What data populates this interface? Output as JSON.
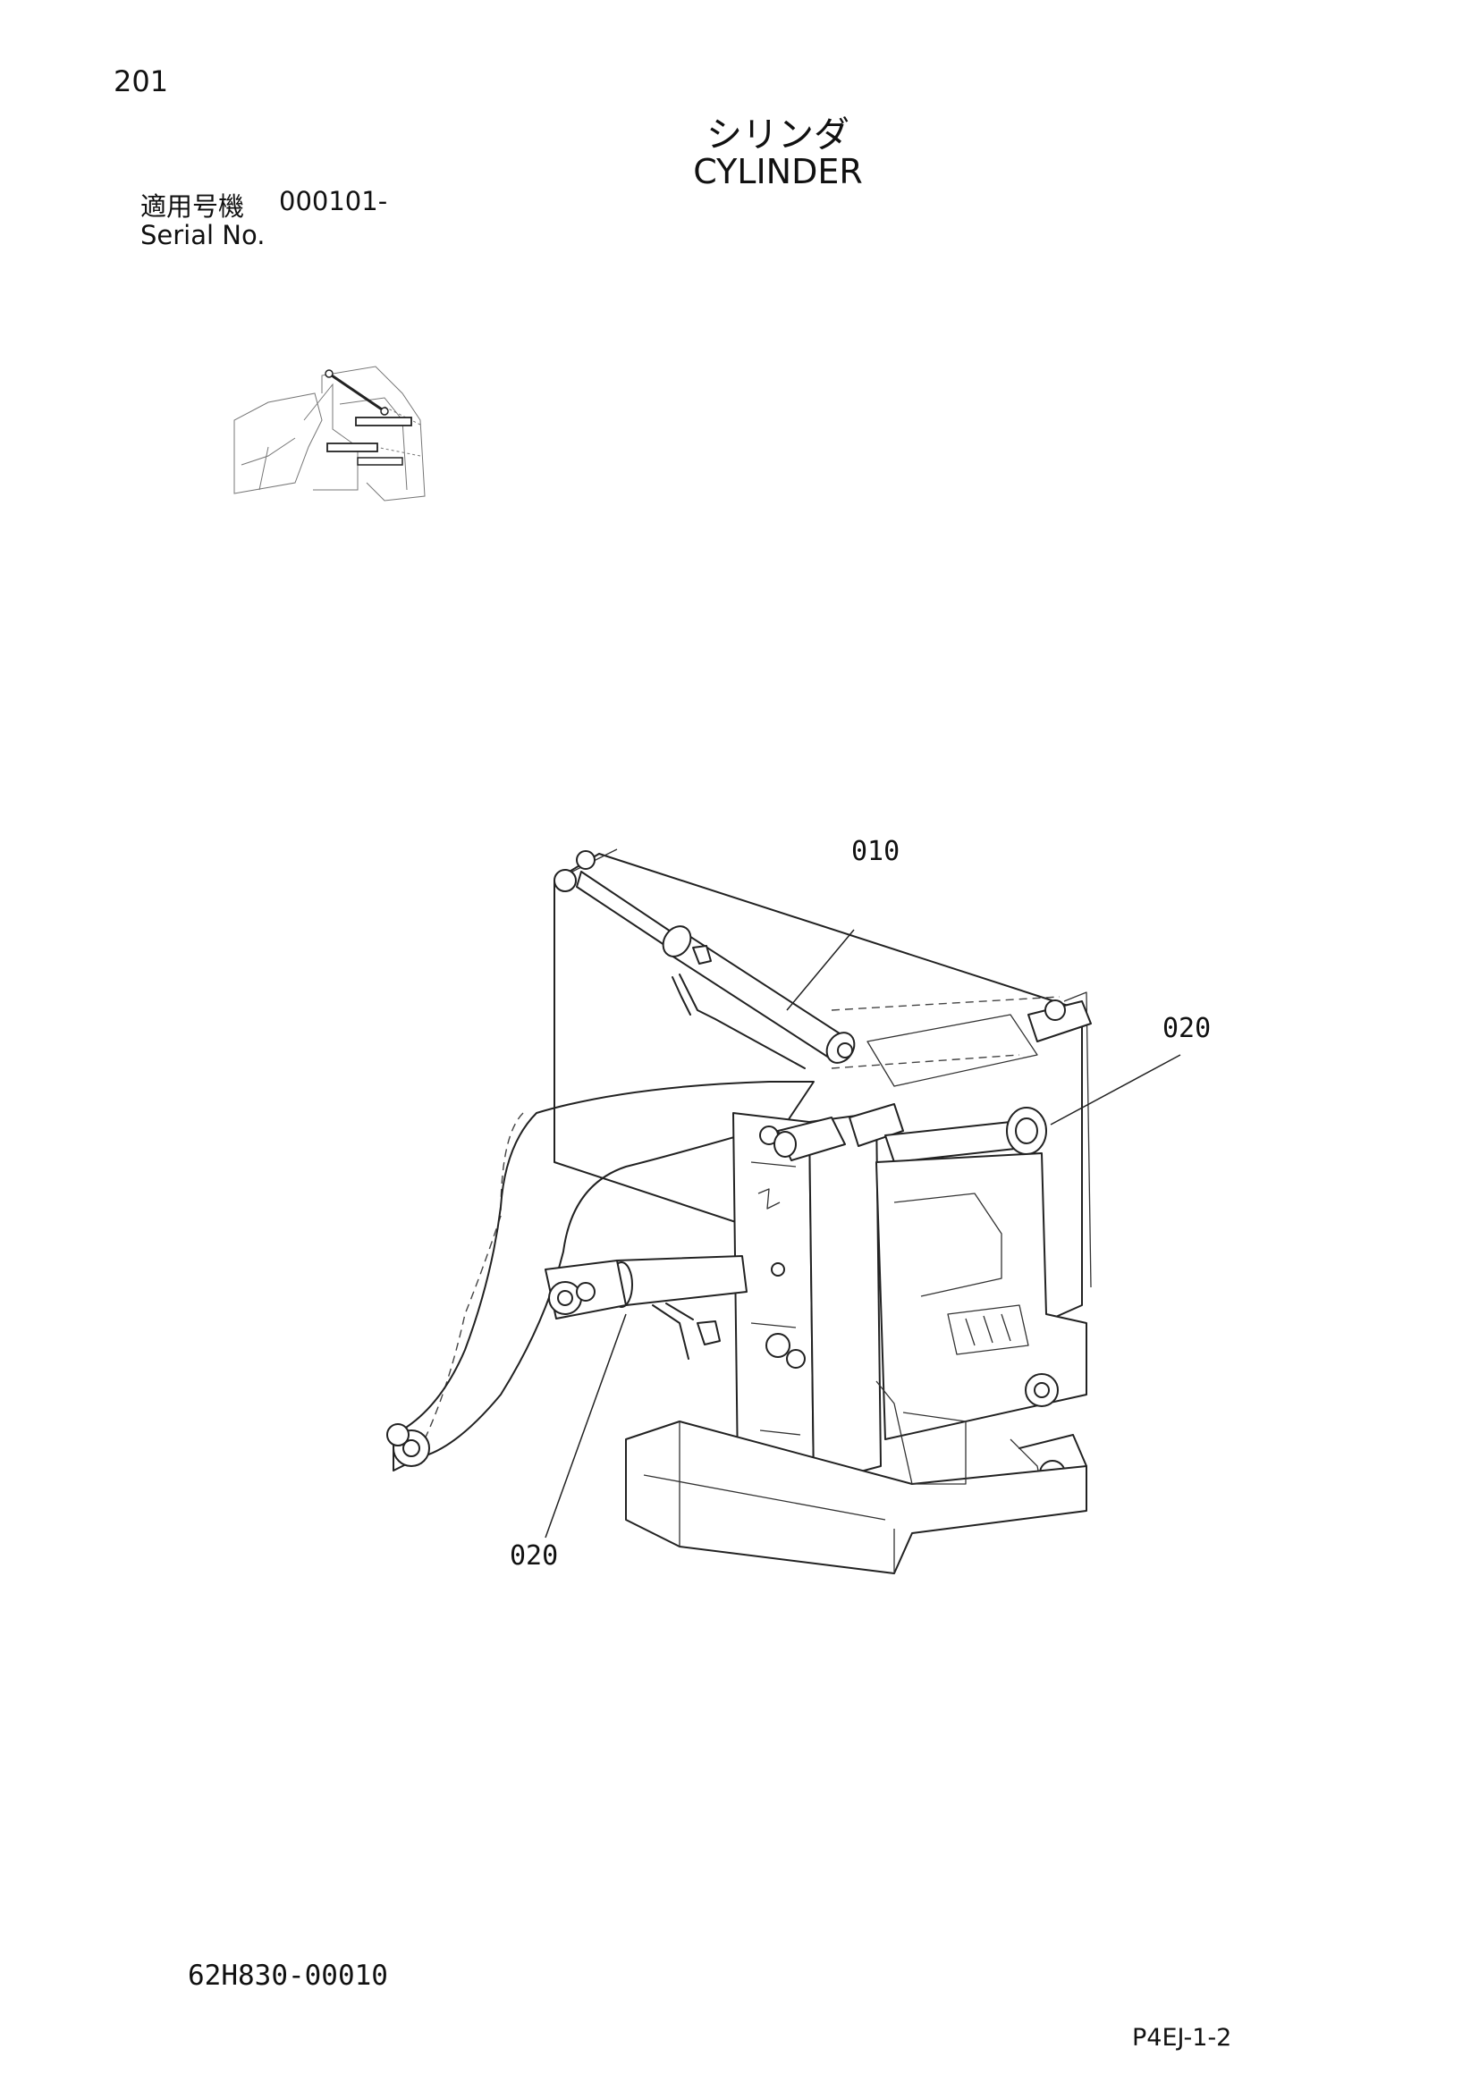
{
  "page": {
    "number": "201",
    "code": "P4EJ-1-2",
    "drawing_number": "62H830-00010"
  },
  "title": {
    "jp": "シリンダ",
    "en": "CYLINDER"
  },
  "serial": {
    "label_jp": "適用号機",
    "value": "000101-",
    "label_en": "Serial No."
  },
  "callouts": [
    {
      "id": "callout-010",
      "text": "010"
    },
    {
      "id": "callout-020-right",
      "text": "020"
    },
    {
      "id": "callout-020-bottom",
      "text": "020"
    }
  ]
}
